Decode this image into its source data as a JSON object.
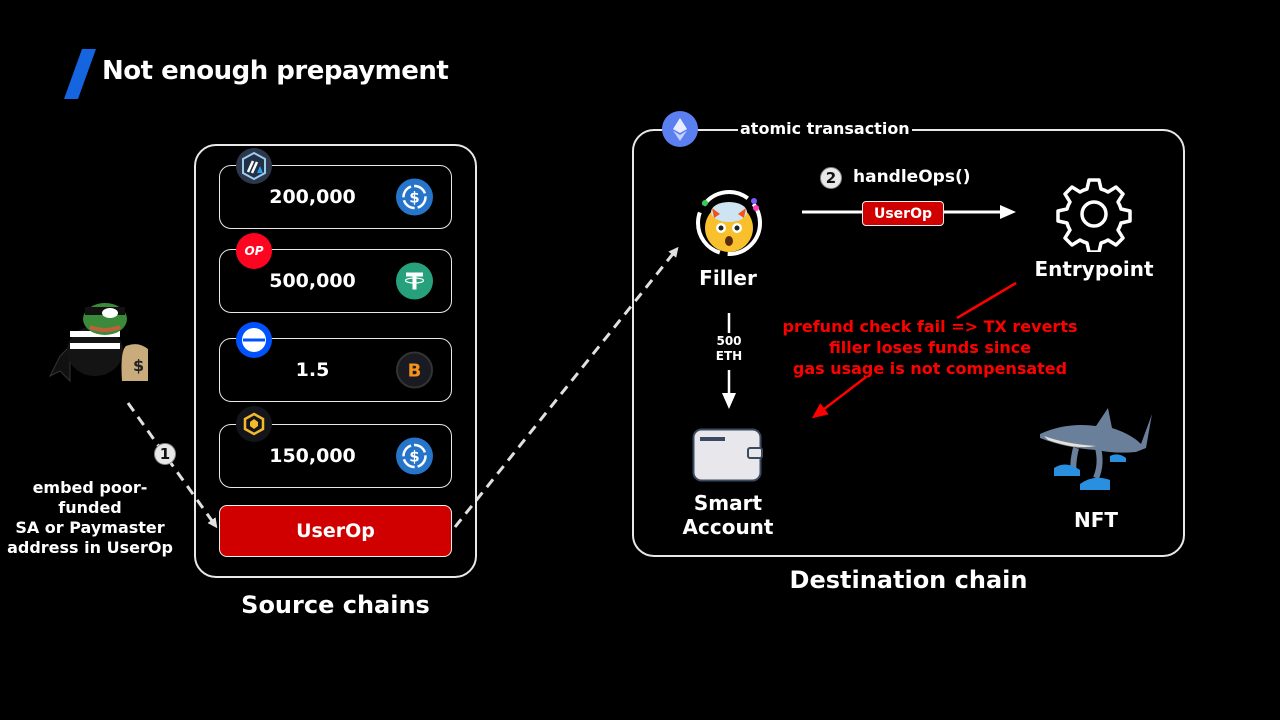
{
  "title": "Not enough prepayment",
  "colors": {
    "accent_blue": "#1565e0",
    "userop_red": "#d10000",
    "warning_red": "#ff0000",
    "arbitrum": "#2d374b",
    "optimism": "#ff0420",
    "usdc": "#2775ca",
    "tether": "#26a17b",
    "bitcoin": "#f7931a",
    "bnb": "#f3ba2f",
    "ethereum": "#627eea"
  },
  "source": {
    "label": "Source chains",
    "rows": [
      {
        "chain_icon": "arbitrum-icon",
        "amount": "200,000",
        "token_icon": "usdc-icon"
      },
      {
        "chain_icon": "optimism-icon",
        "chain_text": "OP",
        "amount": "500,000",
        "token_icon": "tether-icon"
      },
      {
        "chain_icon": "base-icon",
        "amount": "1.5",
        "token_icon": "bitcoin-icon"
      },
      {
        "chain_icon": "bnb-chain-icon",
        "amount": "150,000",
        "token_icon": "usdc-icon"
      }
    ],
    "userop_label": "UserOp"
  },
  "attacker": {
    "step_number": "1",
    "caption_lines": [
      "embed poor-funded",
      "SA or Paymaster",
      "address in UserOp"
    ]
  },
  "destination": {
    "label": "Destination chain",
    "atomic_label": "atomic transaction",
    "filler_label": "Filler",
    "entrypoint_label": "Entrypoint",
    "smart_account_label": "Smart Account",
    "nft_label": "NFT",
    "step_number": "2",
    "call_label": "handleOps()",
    "userop_badge": "UserOp",
    "transfer_amount": "500",
    "transfer_unit": "ETH",
    "warning_lines": [
      "prefund check fail => TX reverts",
      "filler loses funds since",
      "gas usage is not compensated"
    ]
  }
}
